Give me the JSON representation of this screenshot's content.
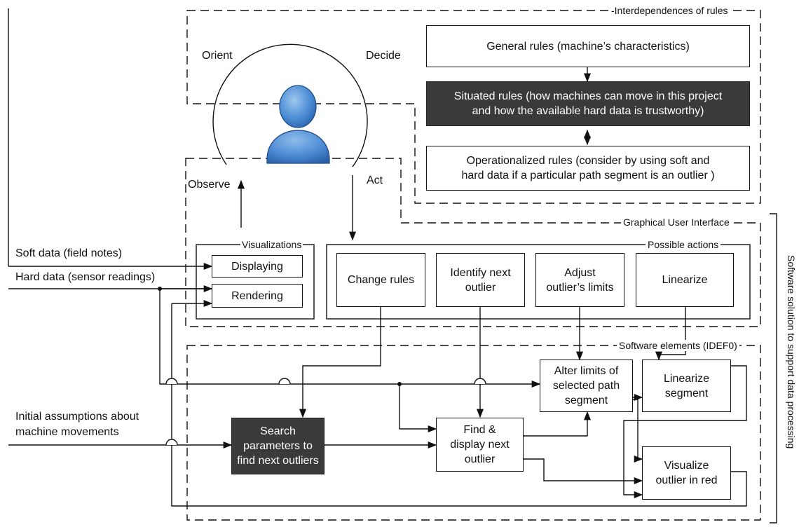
{
  "regions": {
    "interdependences_label": "-Interdependences of rules",
    "gui_label": "Graphical User Interface",
    "visualizations_label": "Visualizations",
    "possible_actions_label": "Possible actions",
    "software_elements_label": "Software elements (IDEF0)",
    "software_solution_label": "Software solution to support data processing"
  },
  "ooda": {
    "orient": "Orient",
    "decide": "Decide",
    "observe": "Observe",
    "act": "Act"
  },
  "rules": {
    "general": "General rules (machine’s characteristics)",
    "situated": "Situated rules (how machines can move in this project\nand how the available hard data is trustworthy)",
    "operationalized": "Operationalized rules (consider by using soft and\nhard data if a particular path segment is an outlier )"
  },
  "inputs": {
    "soft_data": "Soft data (field notes)",
    "hard_data": "Hard data (sensor readings)",
    "initial_assumptions": "Initial assumptions about\nmachine movements"
  },
  "visualizations": {
    "displaying": "Displaying",
    "rendering": "Rendering"
  },
  "actions": {
    "change_rules": "Change rules",
    "identify_next_outlier": "Identify next\noutlier",
    "adjust_limits": "Adjust\noutlier’s limits",
    "linearize": "Linearize"
  },
  "software": {
    "search_parameters": "Search\nparameters to\nfind next outliers",
    "find_display": "Find &\ndisplay next\noutlier",
    "alter_limits": "Alter limits of\nselected path\nsegment",
    "linearize_segment": "Linearize\nsegment",
    "visualize_outlier": "Visualize\noutlier in red"
  }
}
